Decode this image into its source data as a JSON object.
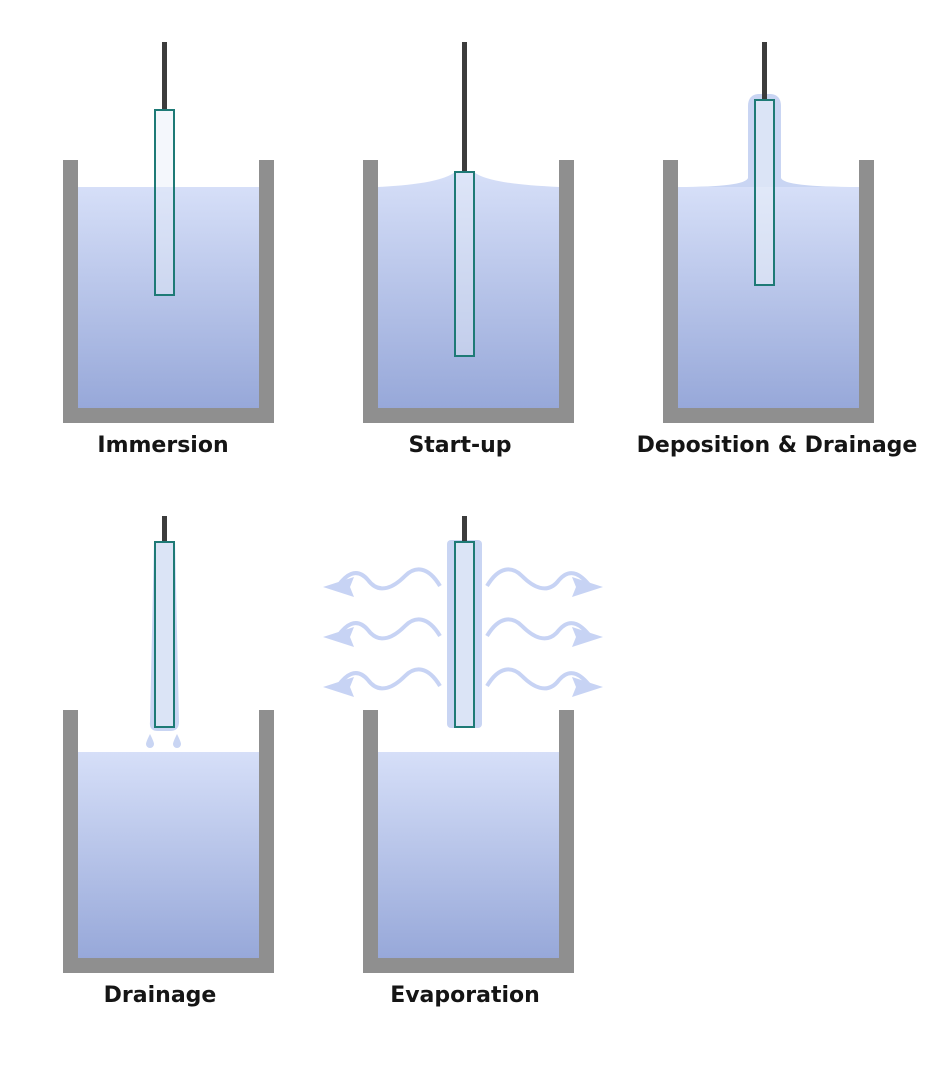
{
  "stages": [
    {
      "id": "immersion",
      "label": "Immersion"
    },
    {
      "id": "start-up",
      "label": "Start-up"
    },
    {
      "id": "deposition-drainage",
      "label": "Deposition & Drainage"
    },
    {
      "id": "drainage",
      "label": "Drainage"
    },
    {
      "id": "evaporation",
      "label": "Evaporation"
    }
  ],
  "colors": {
    "tank_wall": "#8f8f8f",
    "liquid_top": "#d6dff8",
    "liquid_bottom": "#97a8d9",
    "film": "#c9d5f3",
    "substrate_fill": "#e7eef8",
    "substrate_stroke": "#1e7a76",
    "rod": "#3c3c3c",
    "vapor": "#c7d3f4",
    "label_text": "#151515"
  }
}
